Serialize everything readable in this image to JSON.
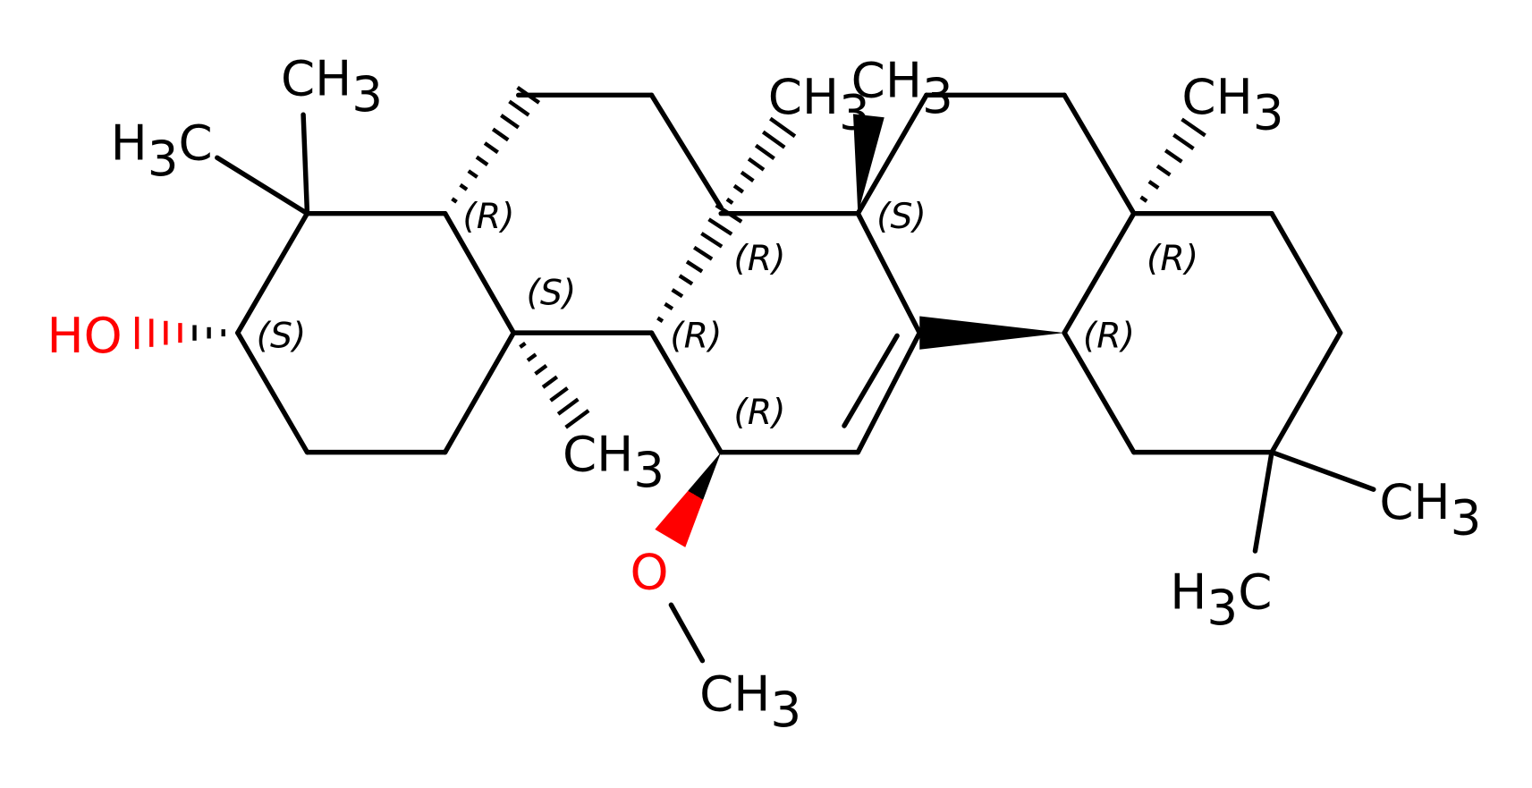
{
  "atoms": {
    "hydroxyl": "HO",
    "c4_methyl_a": "CH3",
    "c4_methyl_b": "H3C",
    "c10_methyl": "CH3",
    "c8_methyl": "CH3",
    "c14_methyl": "CH3",
    "c17_methyl": "CH3",
    "c20_methyl_a": "CH3",
    "c20_methyl_b": "H3C",
    "methoxy_o": "O",
    "methoxy_methyl": "CH3"
  },
  "stereo": {
    "c3": "(S)",
    "c5": "(R)",
    "c10": "(S)",
    "c8": "(R)",
    "c9": "(R)",
    "c7": "(R)",
    "c14": "(S)",
    "c17": "(R)",
    "c18": "(R)"
  },
  "colors": {
    "bond": "#000000",
    "oxygen": "#ff0000"
  }
}
